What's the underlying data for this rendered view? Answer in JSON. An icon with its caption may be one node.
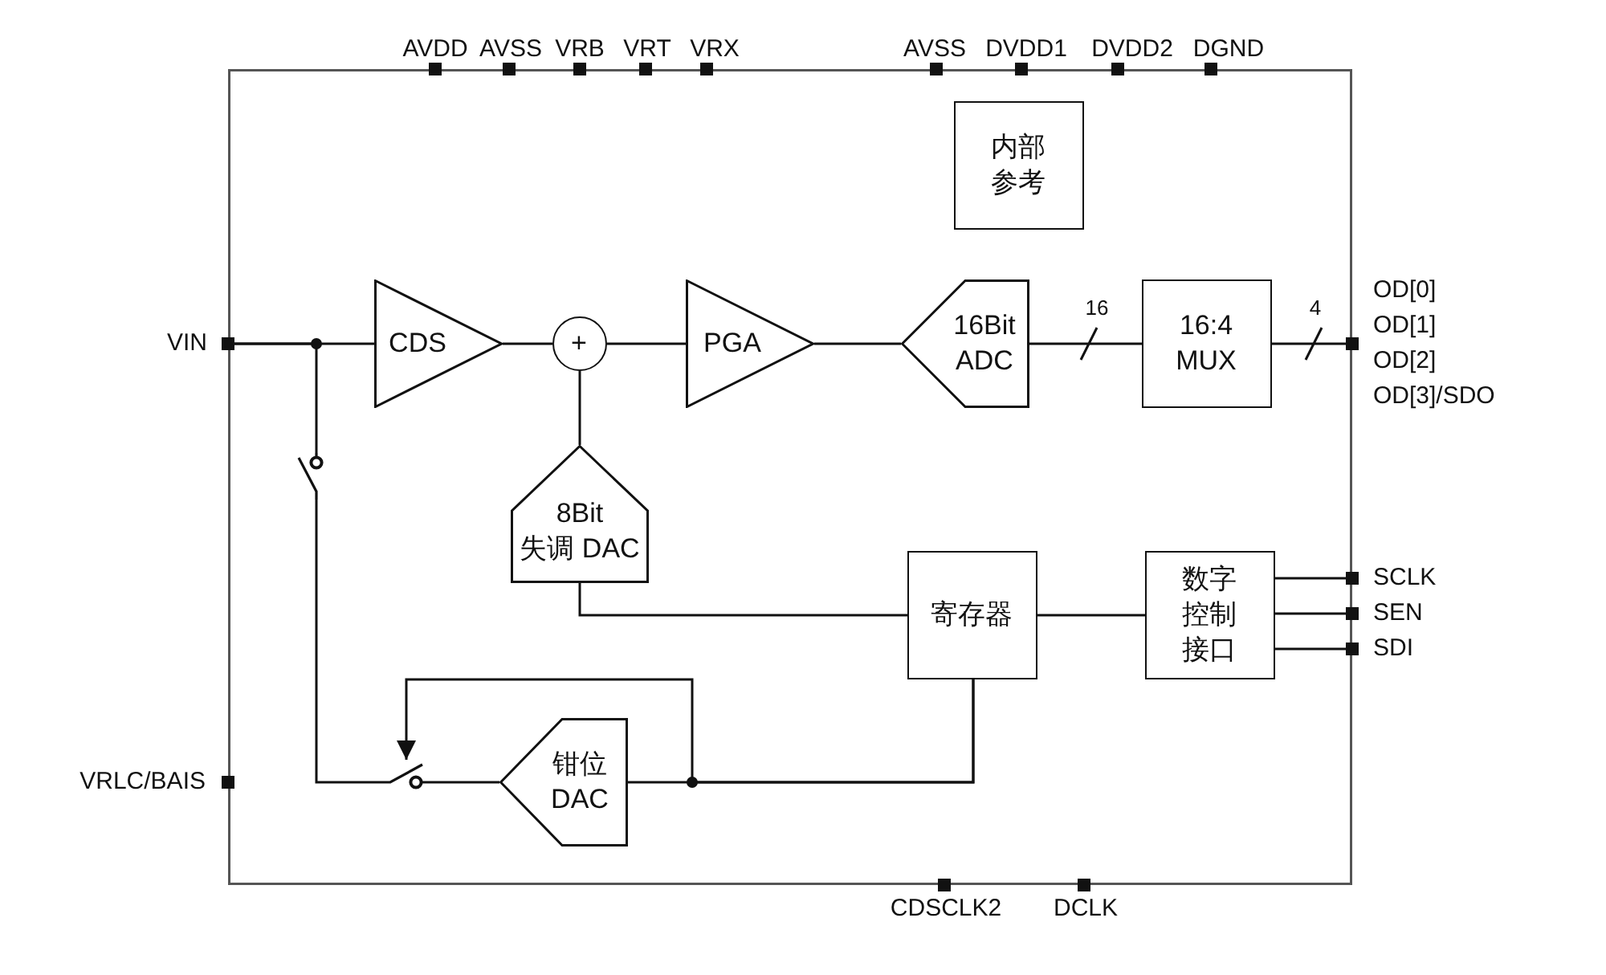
{
  "diagram": {
    "nodes": [
      {
        "text": [],
        "shape": "box"
      },
      {
        "text": [
          "内部参考"
        ],
        "in": 0
      },
      {
        "text": [
          "VIN"
        ]
      },
      {
        "text": [
          "CDS"
        ],
        "in": 0
      },
      {
        "text": [
          "+"
        ],
        "in": 0
      },
      {
        "text": [
          "PGA"
        ],
        "in": 0
      },
      {
        "text": [
          "16Bit ADC"
        ],
        "in": 0
      },
      {
        "text": [
          "16:4 MUX"
        ],
        "in": 0
      },
      {
        "text": [
          "OD[0]",
          "OD[1]",
          "OD[2]",
          "OD[3]/SDO"
        ]
      },
      {
        "text": [],
        "shape": "switch",
        "in": 0
      },
      {
        "text": [
          "8Bit 失调 DAC"
        ],
        "in": 0
      },
      {
        "text": [
          "寄存器"
        ],
        "in": 0
      },
      {
        "text": [
          "数字控制接口"
        ],
        "in": 0
      },
      {
        "text": [
          "SCLK"
        ]
      },
      {
        "text": [
          "SEN"
        ]
      },
      {
        "text": [
          "SDI"
        ]
      },
      {
        "text": [],
        "shape": "switch",
        "in": 0
      },
      {
        "text": [
          "钳位 DAC"
        ],
        "in": 0
      }
    ],
    "edges": [
      {
        "from": 2,
        "to": 3,
        "arrow": "none"
      },
      {
        "from": 2,
        "to": 9,
        "arrow": "none"
      },
      {
        "from": 3,
        "to": 4,
        "arrow": "none"
      },
      {
        "from": 10,
        "to": 4,
        "arrow": "none"
      },
      {
        "from": 4,
        "to": 5,
        "arrow": "none"
      },
      {
        "from": 5,
        "to": 6,
        "arrow": "none"
      },
      {
        "from": 6,
        "to": 7,
        "arrow": "none",
        "label": "16"
      },
      {
        "from": 7,
        "to": 8,
        "arrow": "none",
        "label": "4"
      },
      {
        "from": 11,
        "to": 10,
        "arrow": "none"
      },
      {
        "from": 12,
        "to": 11,
        "arrow": "none"
      },
      {
        "from": 12,
        "to": 13,
        "arrow": "none"
      },
      {
        "from": 12,
        "to": 14,
        "arrow": "none"
      },
      {
        "from": 12,
        "to": 15,
        "arrow": "none"
      },
      {
        "from": 11,
        "to": 17,
        "arrow": "none"
      },
      {
        "from": 11,
        "to": 16,
        "arrow": "to"
      },
      {
        "from": 17,
        "to": 16,
        "arrow": "none"
      },
      {
        "from": 16,
        "to": 9,
        "arrow": "none"
      }
    ],
    "labels": [
      "AVDD",
      "AVSS",
      "VRB",
      "VRT",
      "VRX",
      "AVSS",
      "DVDD1",
      "DVDD2",
      "DGND",
      "VRLC/BAIS",
      "CDSCLK2",
      "DCLK"
    ]
  }
}
